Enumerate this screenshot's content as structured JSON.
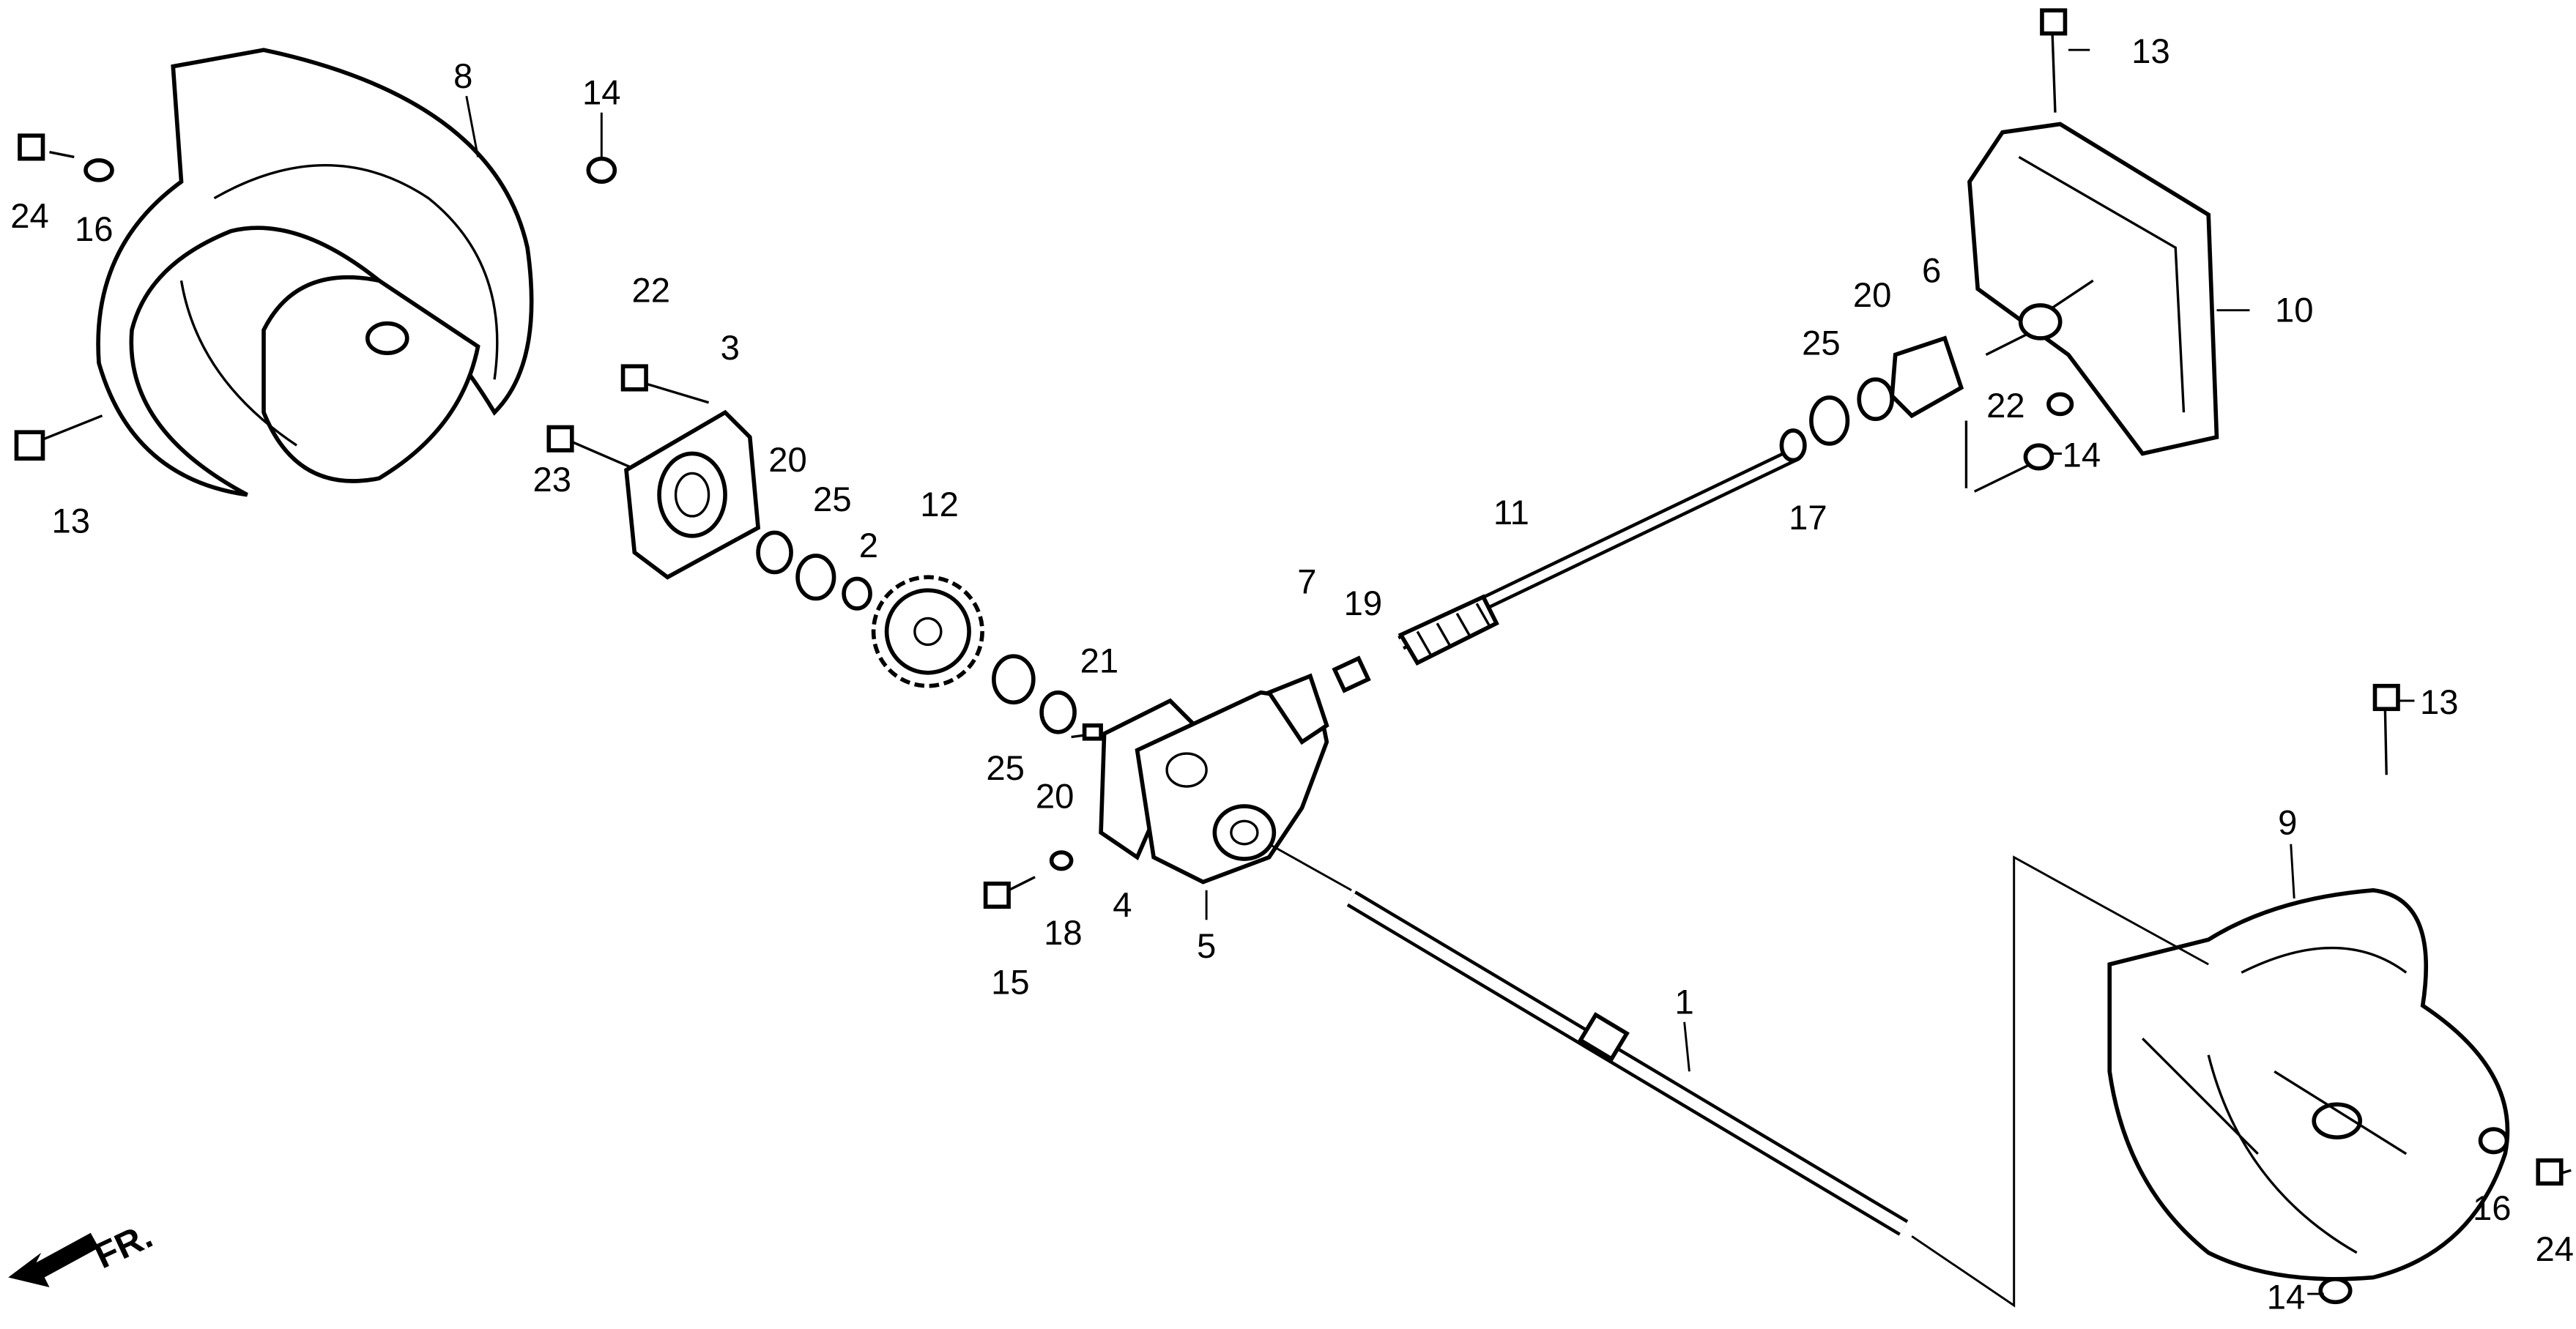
{
  "diagram": {
    "type": "exploded parts diagram",
    "direction_marker": "FR.",
    "callouts": [
      "8",
      "14",
      "24",
      "16",
      "22",
      "3",
      "13",
      "23",
      "20",
      "25",
      "2",
      "12",
      "21",
      "25",
      "20",
      "7",
      "19",
      "11",
      "15",
      "18",
      "4",
      "5",
      "1",
      "13",
      "10",
      "6",
      "20",
      "25",
      "22",
      "14",
      "17",
      "13",
      "9",
      "16",
      "24",
      "14"
    ]
  }
}
